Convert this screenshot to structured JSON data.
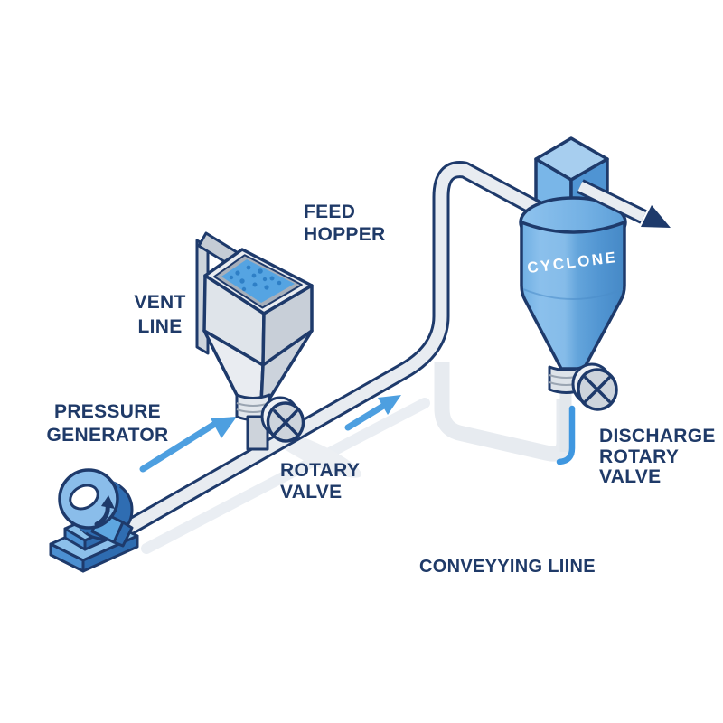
{
  "diagram": {
    "kind": "isometric process diagram",
    "subject": "pneumatic conveying system"
  },
  "labels": {
    "pressure_generator": [
      "PRESSURE",
      "GENERATOR"
    ],
    "vent_line": [
      "VENT",
      "LINE"
    ],
    "feed_hopper": [
      "FEED",
      "HOPPER"
    ],
    "rotary_valve": [
      "ROTARY",
      "VALVE"
    ],
    "cyclone": [
      "CYCLONE"
    ],
    "discharge_rotary_valve": [
      "DISCHARGE",
      "ROTARY",
      "VALVE"
    ],
    "conveying_line": [
      "CONVEYYING LIINE"
    ]
  },
  "colors": {
    "background": "#ffffff",
    "outline_navy": "#1e3a6b",
    "label_text": "#1f3a68",
    "flow_arrow_blue": "#4d9fe0",
    "discharge_pipe_blue": "#3f97e0",
    "pipe_fill": "#e8ecf1",
    "shadow_gray": "#e9edf2",
    "equipment_gray_light": "#e9ecf0",
    "equipment_gray_mid": "#c8cfd8",
    "hopper_inner_dark": "#a6afbb",
    "material_blue": "#55a4e2",
    "material_dot_blue": "#2e7fc6",
    "cyclone_blue_light": "#8fc3ee",
    "cyclone_blue_dark": "#4a8cc9",
    "blower_blue_light": "#8abdea",
    "blower_blue_dark": "#2f6db2",
    "cyclone_label_text": "#ffffff"
  }
}
